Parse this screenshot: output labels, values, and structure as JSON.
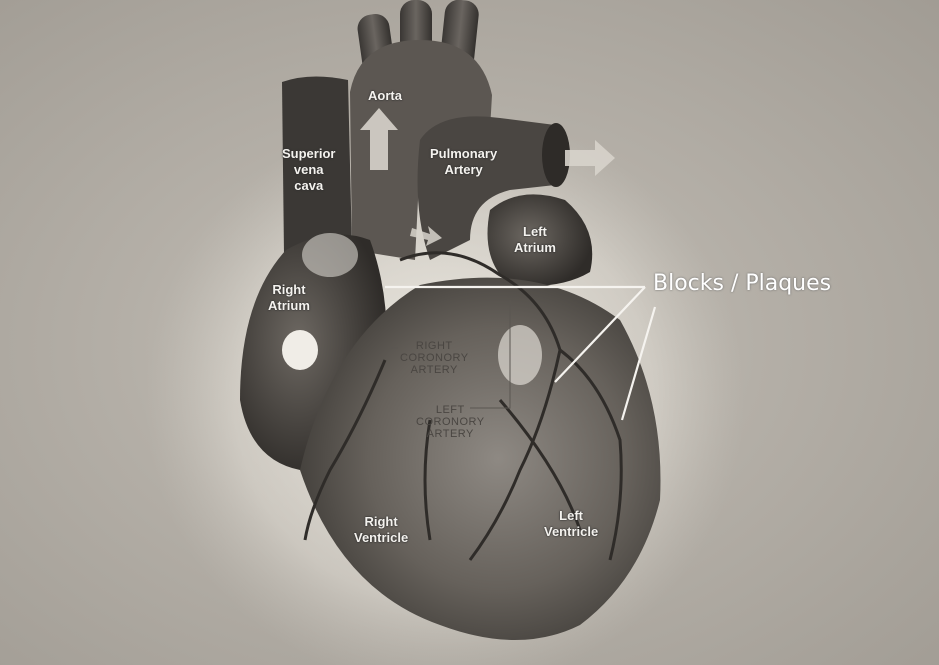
{
  "labels": {
    "aorta": "Aorta",
    "superior_vena_cava": [
      "Superior",
      "vena",
      "cava"
    ],
    "pulmonary_artery": [
      "Pulmonary",
      "Artery"
    ],
    "left_atrium": [
      "Left",
      "Atrium"
    ],
    "right_atrium": [
      "Right",
      "Atrium"
    ],
    "right_coronary_artery": [
      "RIGHT",
      "CORONORY",
      "ARTERY"
    ],
    "left_coronary_artery": [
      "LEFT",
      "CORONORY",
      "ARTERY"
    ],
    "right_ventricle": [
      "Right",
      "Ventricle"
    ],
    "left_ventricle": [
      "Left",
      "Ventricle"
    ],
    "blocks_plaques": "Blocks / Plaques"
  },
  "colors": {
    "background": "#a9a49c",
    "heart_dark": "#3d3a37",
    "heart_mid": "#77726c",
    "glow": "#f2efe8",
    "callout_line": "#f5f3ef"
  }
}
